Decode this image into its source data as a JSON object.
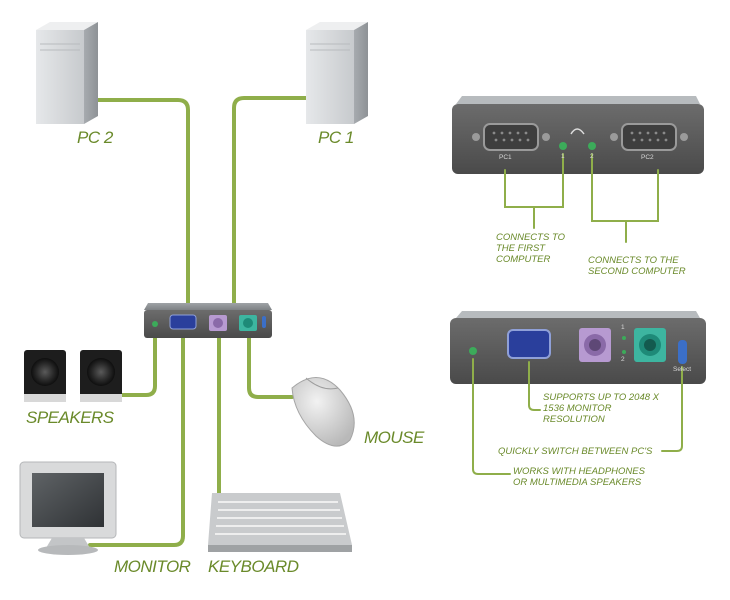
{
  "labels": {
    "pc2": "PC 2",
    "pc1": "PC 1",
    "speakers": "SPEAKERS",
    "mouse": "MOUSE",
    "monitor": "MONITOR",
    "keyboard": "KEYBOARD"
  },
  "top_panel": {
    "port_pc1": "PC1",
    "port_pc2": "PC2",
    "audio_1": "1",
    "audio_2": "2",
    "callout_first": "CONNECTS TO THE FIRST COMPUTER",
    "callout_second": "CONNECTS TO THE SECOND COMPUTER"
  },
  "front_panel": {
    "led_1": "1",
    "led_2": "2",
    "select_label": "Select",
    "callout_resolution": "SUPPORTS UP TO 2048 x 1536 MONITOR RESOLUTION",
    "callout_switch": "QUICKLY SWITCH BETWEEN PC'S",
    "callout_audio": "WORKS WITH HEADPHONES OR MULTIMEDIA SPEAKERS"
  },
  "colors": {
    "cable": "#8fae4a",
    "label": "#6a8a2a",
    "device_body": "#5e5e5e",
    "vga_port": "#2a3f9c",
    "ps2_keyboard": "#b79ad1",
    "ps2_mouse": "#3db5a0"
  }
}
